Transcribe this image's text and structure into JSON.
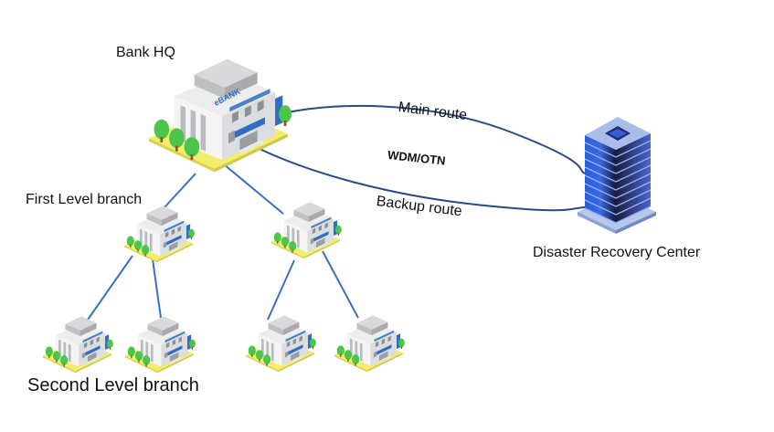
{
  "diagram": {
    "nodes": {
      "hq": {
        "label": "Bank HQ",
        "sign_text": "eBANK",
        "icon": "bank-building-icon"
      },
      "first_level": {
        "label": "First Level branch",
        "icon": "bank-branch-icon",
        "count": 2
      },
      "second_level": {
        "label": "Second Level branch",
        "icon": "bank-branch-icon",
        "count": 4
      },
      "drc": {
        "label": "Disaster Recovery Center",
        "icon": "data-center-tower-icon"
      }
    },
    "links": {
      "main_route": "Main route",
      "backup_route": "Backup route",
      "technology": "WDM/OTN"
    },
    "edges": [
      {
        "from": "Bank HQ",
        "to": "First Level branch 1"
      },
      {
        "from": "Bank HQ",
        "to": "First Level branch 2"
      },
      {
        "from": "First Level branch 1",
        "to": "Second Level branch 1"
      },
      {
        "from": "First Level branch 1",
        "to": "Second Level branch 2"
      },
      {
        "from": "First Level branch 2",
        "to": "Second Level branch 3"
      },
      {
        "from": "First Level branch 2",
        "to": "Second Level branch 4"
      },
      {
        "from": "Bank HQ",
        "to": "Disaster Recovery Center",
        "type": "Main route"
      },
      {
        "from": "Bank HQ",
        "to": "Disaster Recovery Center",
        "type": "Backup route"
      }
    ],
    "colors": {
      "tree_link": "#3a6fc9",
      "wan_link": "#2a4a86",
      "lawn": "#f2ee6a",
      "tree": "#4cc64a",
      "building": "#e4e5e7",
      "sign": "#2f6fc0",
      "tower_blue": "#3d63d6",
      "tower_dark": "#1b1f4a"
    }
  }
}
